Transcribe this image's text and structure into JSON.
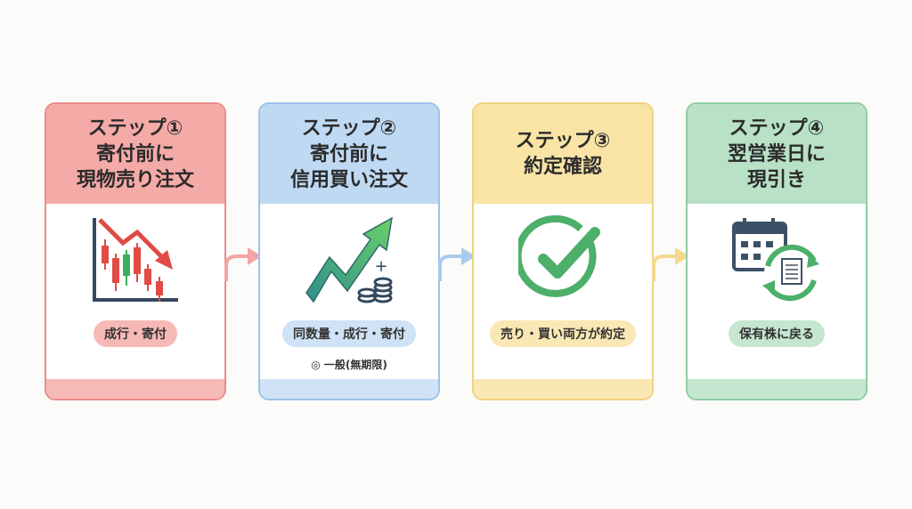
{
  "steps": [
    {
      "title": "ステップ①",
      "lines": [
        "寄付前に",
        "現物売り注文"
      ],
      "pill": "成行・寄付",
      "color": "#f4aaa7",
      "border": "#e98c88",
      "pill_bg": "#f6b9b6"
    },
    {
      "title": "ステップ②",
      "lines": [
        "寄付前に",
        "信用買い注文"
      ],
      "pill": "同数量・成行・寄付",
      "sub": "◎ 一般(無期限)",
      "color": "#bfd9f3",
      "border": "#9cc3ea",
      "pill_bg": "#cfe2f6"
    },
    {
      "title": "ステップ③",
      "lines": [
        "約定確認"
      ],
      "pill": "売り・買い両方が約定",
      "color": "#f9e4a6",
      "border": "#f0d27f",
      "pill_bg": "#fae8b4"
    },
    {
      "title": "ステップ④",
      "lines": [
        "翌営業日に",
        "現引き"
      ],
      "pill": "保有株に戻る",
      "color": "#b8e1c5",
      "border": "#8fcca3",
      "pill_bg": "#c5e6cf"
    }
  ]
}
